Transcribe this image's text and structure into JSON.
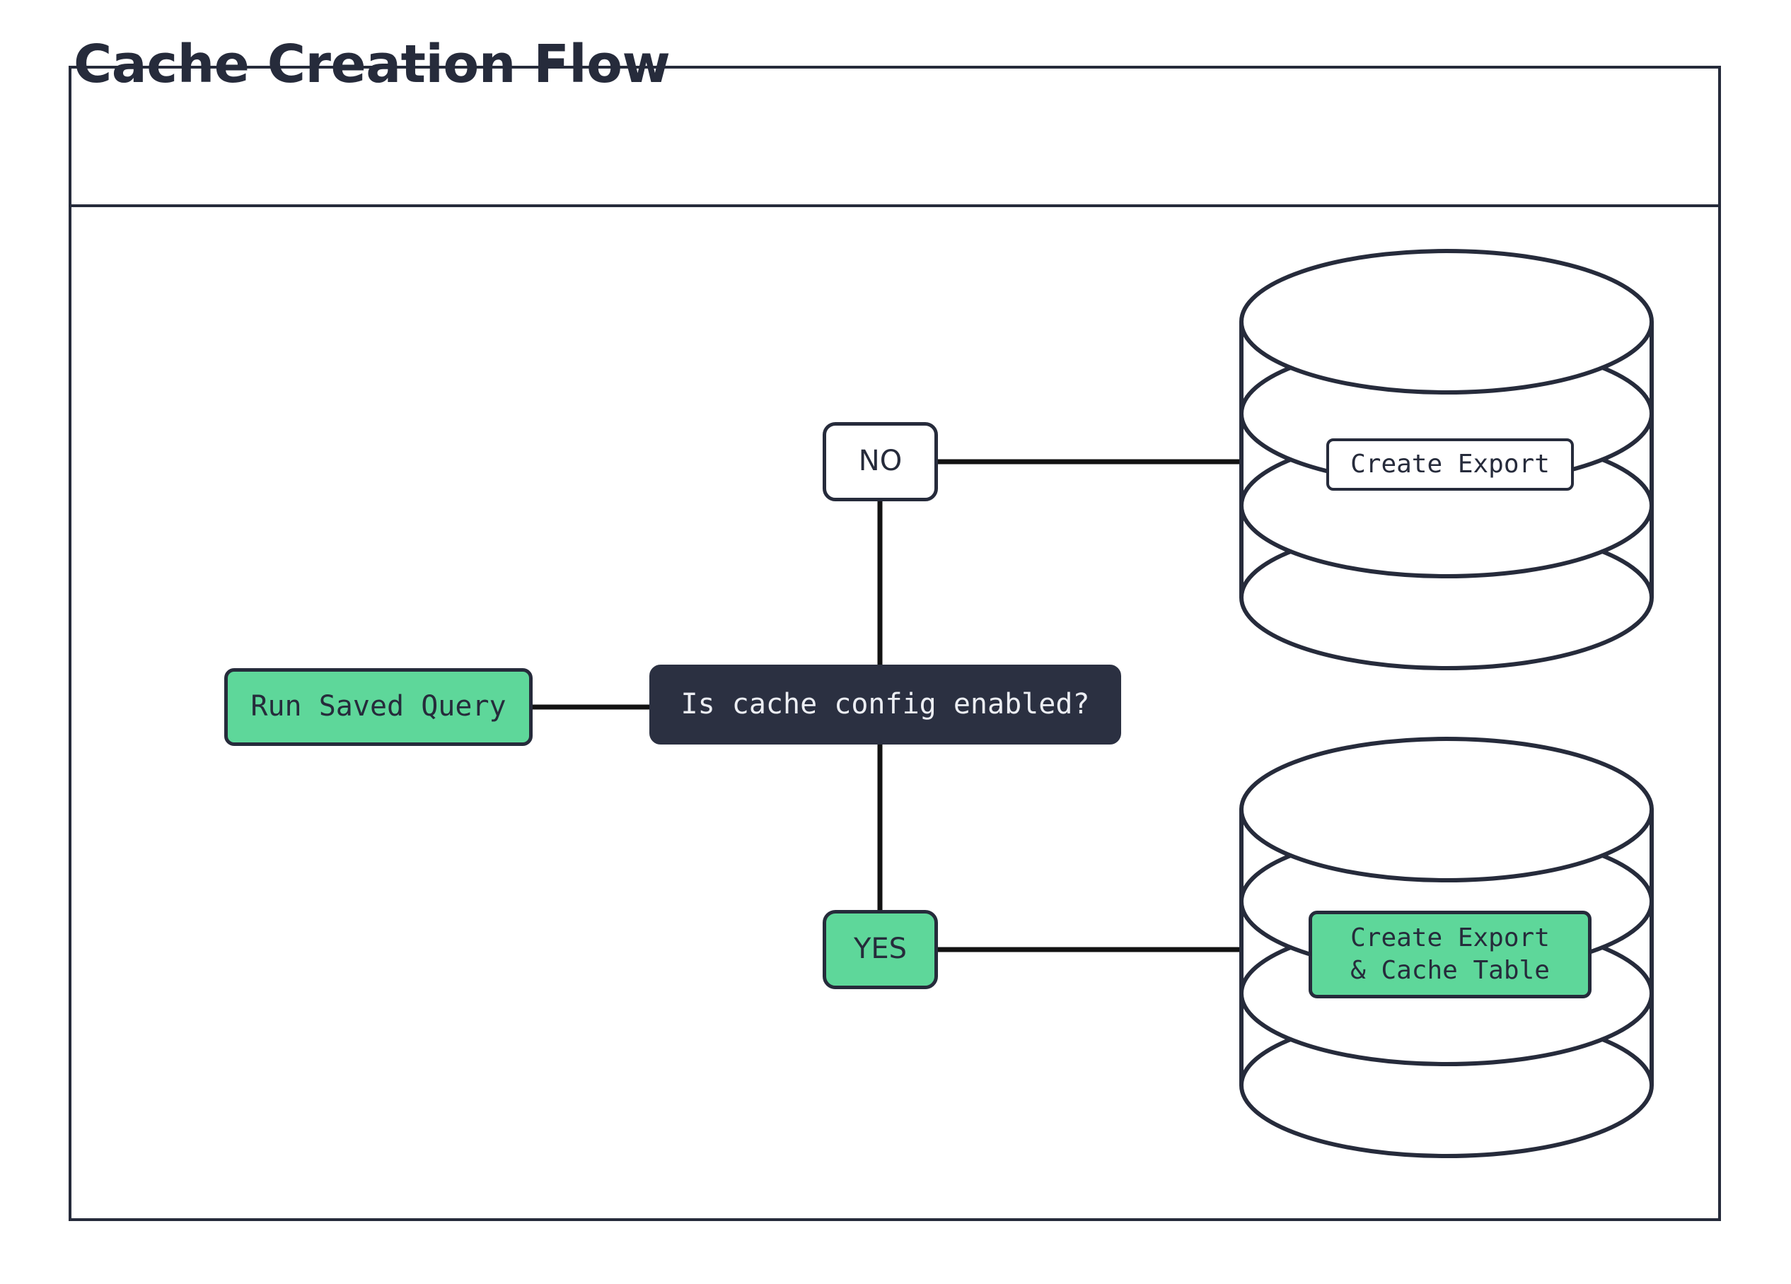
{
  "diagram": {
    "title": "Cache Creation Flow",
    "type": "flowchart",
    "colors": {
      "accent_green": "#5ed79a",
      "dark_navy": "#262b3b",
      "decision_fill": "#2b3041",
      "decision_text": "#eceef3",
      "background": "#ffffff",
      "stroke": "#262b3b"
    },
    "nodes": [
      {
        "id": "run-saved-query",
        "label": "Run Saved Query",
        "shape": "rounded-rect",
        "fill": "green"
      },
      {
        "id": "decision",
        "label": "Is cache config enabled?",
        "shape": "rounded-rect",
        "fill": "dark"
      },
      {
        "id": "no",
        "label": "NO",
        "shape": "rounded-rect",
        "fill": "white"
      },
      {
        "id": "yes",
        "label": "YES",
        "shape": "rounded-rect",
        "fill": "green"
      },
      {
        "id": "database-top",
        "label": "Create Export",
        "shape": "database-cylinder",
        "fill": "white"
      },
      {
        "id": "database-bottom",
        "label": "Create Export\n& Cache Table",
        "shape": "database-cylinder",
        "fill": "green"
      }
    ],
    "edges": [
      {
        "from": "run-saved-query",
        "to": "decision",
        "label": ""
      },
      {
        "from": "decision",
        "to": "no",
        "label": ""
      },
      {
        "from": "decision",
        "to": "yes",
        "label": ""
      },
      {
        "from": "no",
        "to": "database-top",
        "label": ""
      },
      {
        "from": "yes",
        "to": "database-bottom",
        "label": ""
      }
    ]
  }
}
